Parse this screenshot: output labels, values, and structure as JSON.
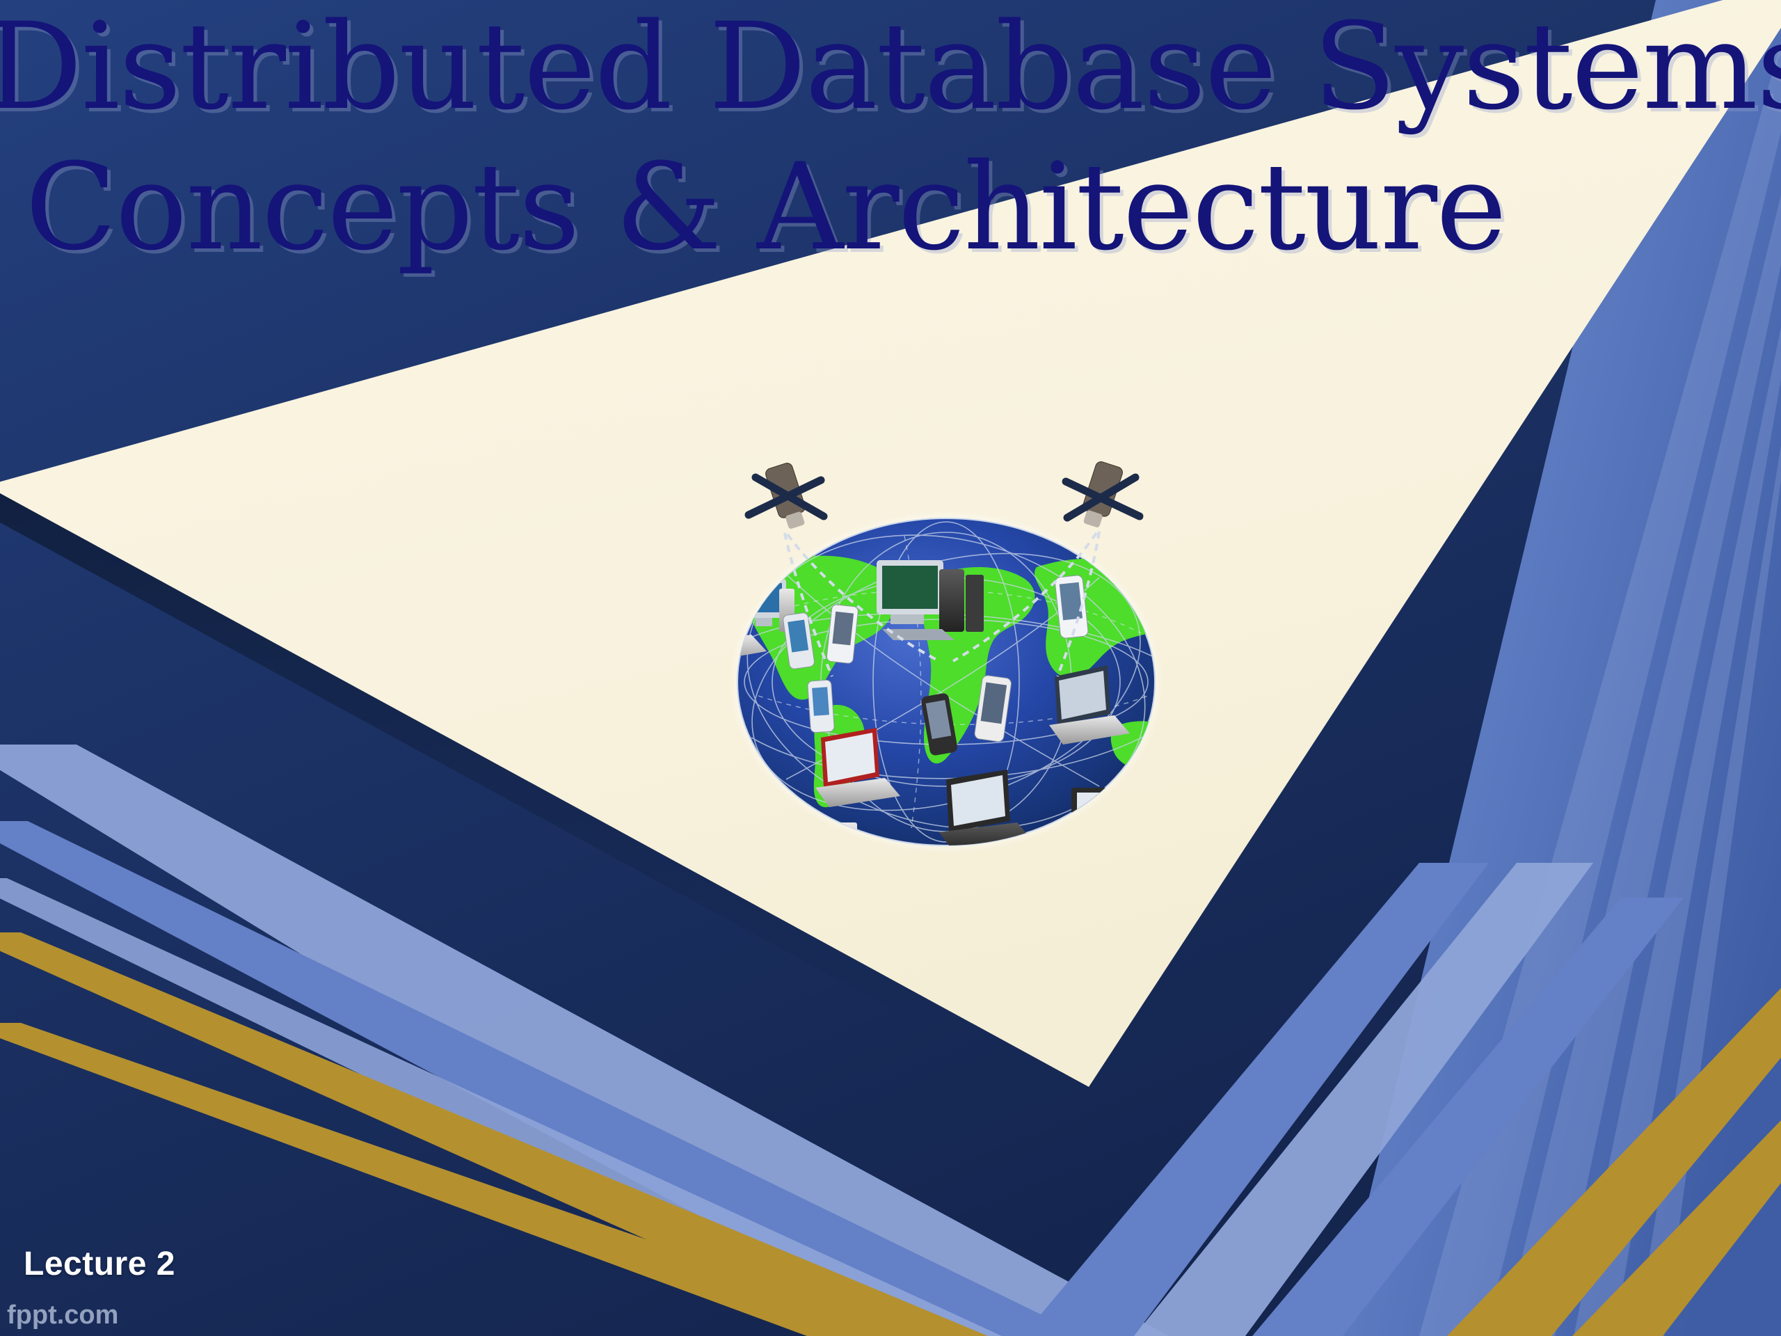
{
  "slide": {
    "kind": "presentation-title-slide",
    "title_line_1": "Distributed Database Systems",
    "title_line_2": "Concepts & Architecture",
    "lecture_label": "Lecture 2",
    "watermark": "fppt.com"
  },
  "colors": {
    "paper_cream": "#f9f3df",
    "title_navy": "#141479",
    "background_navy": "#1b2f63",
    "deep_navy": "#162murky",
    "dark_navy": "#15264f",
    "stripe_light_blue": "#6480c6",
    "stripe_pale_blue": "#8ea4d8",
    "stripe_gold": "#b4902f",
    "panel_blue": "#5a79bd",
    "lecture_text": "#ffffff",
    "watermark_text": "#9aa8c4"
  },
  "graphic": {
    "name": "global-distributed-network-globe",
    "description": "Blue globe ellipse with green continents, orbital network lines, two satellites above, and many connected computing devices",
    "globe_ocean_color": "#1c3a8c",
    "globe_land_color": "#4ddd2a",
    "network_line_color": "#c8d4e8",
    "satellite_count": 2,
    "device_labels": [
      "desktop-computer",
      "laptop",
      "mobile-phone",
      "tablet",
      "server-tower",
      "crt-monitor",
      "pda-device"
    ]
  },
  "background": {
    "paper_vertices_note": "cream quadrilateral: left edge y=698, top-right x=2545, bottom vertex (1565,1560)",
    "chevron_stripes": {
      "left_arm_colors": [
        "#6480c6",
        "#8ea4d8",
        "#b4902f"
      ],
      "right_arm_colors": [
        "#6480c6",
        "#8ea4d8",
        "#b4902f"
      ]
    }
  }
}
